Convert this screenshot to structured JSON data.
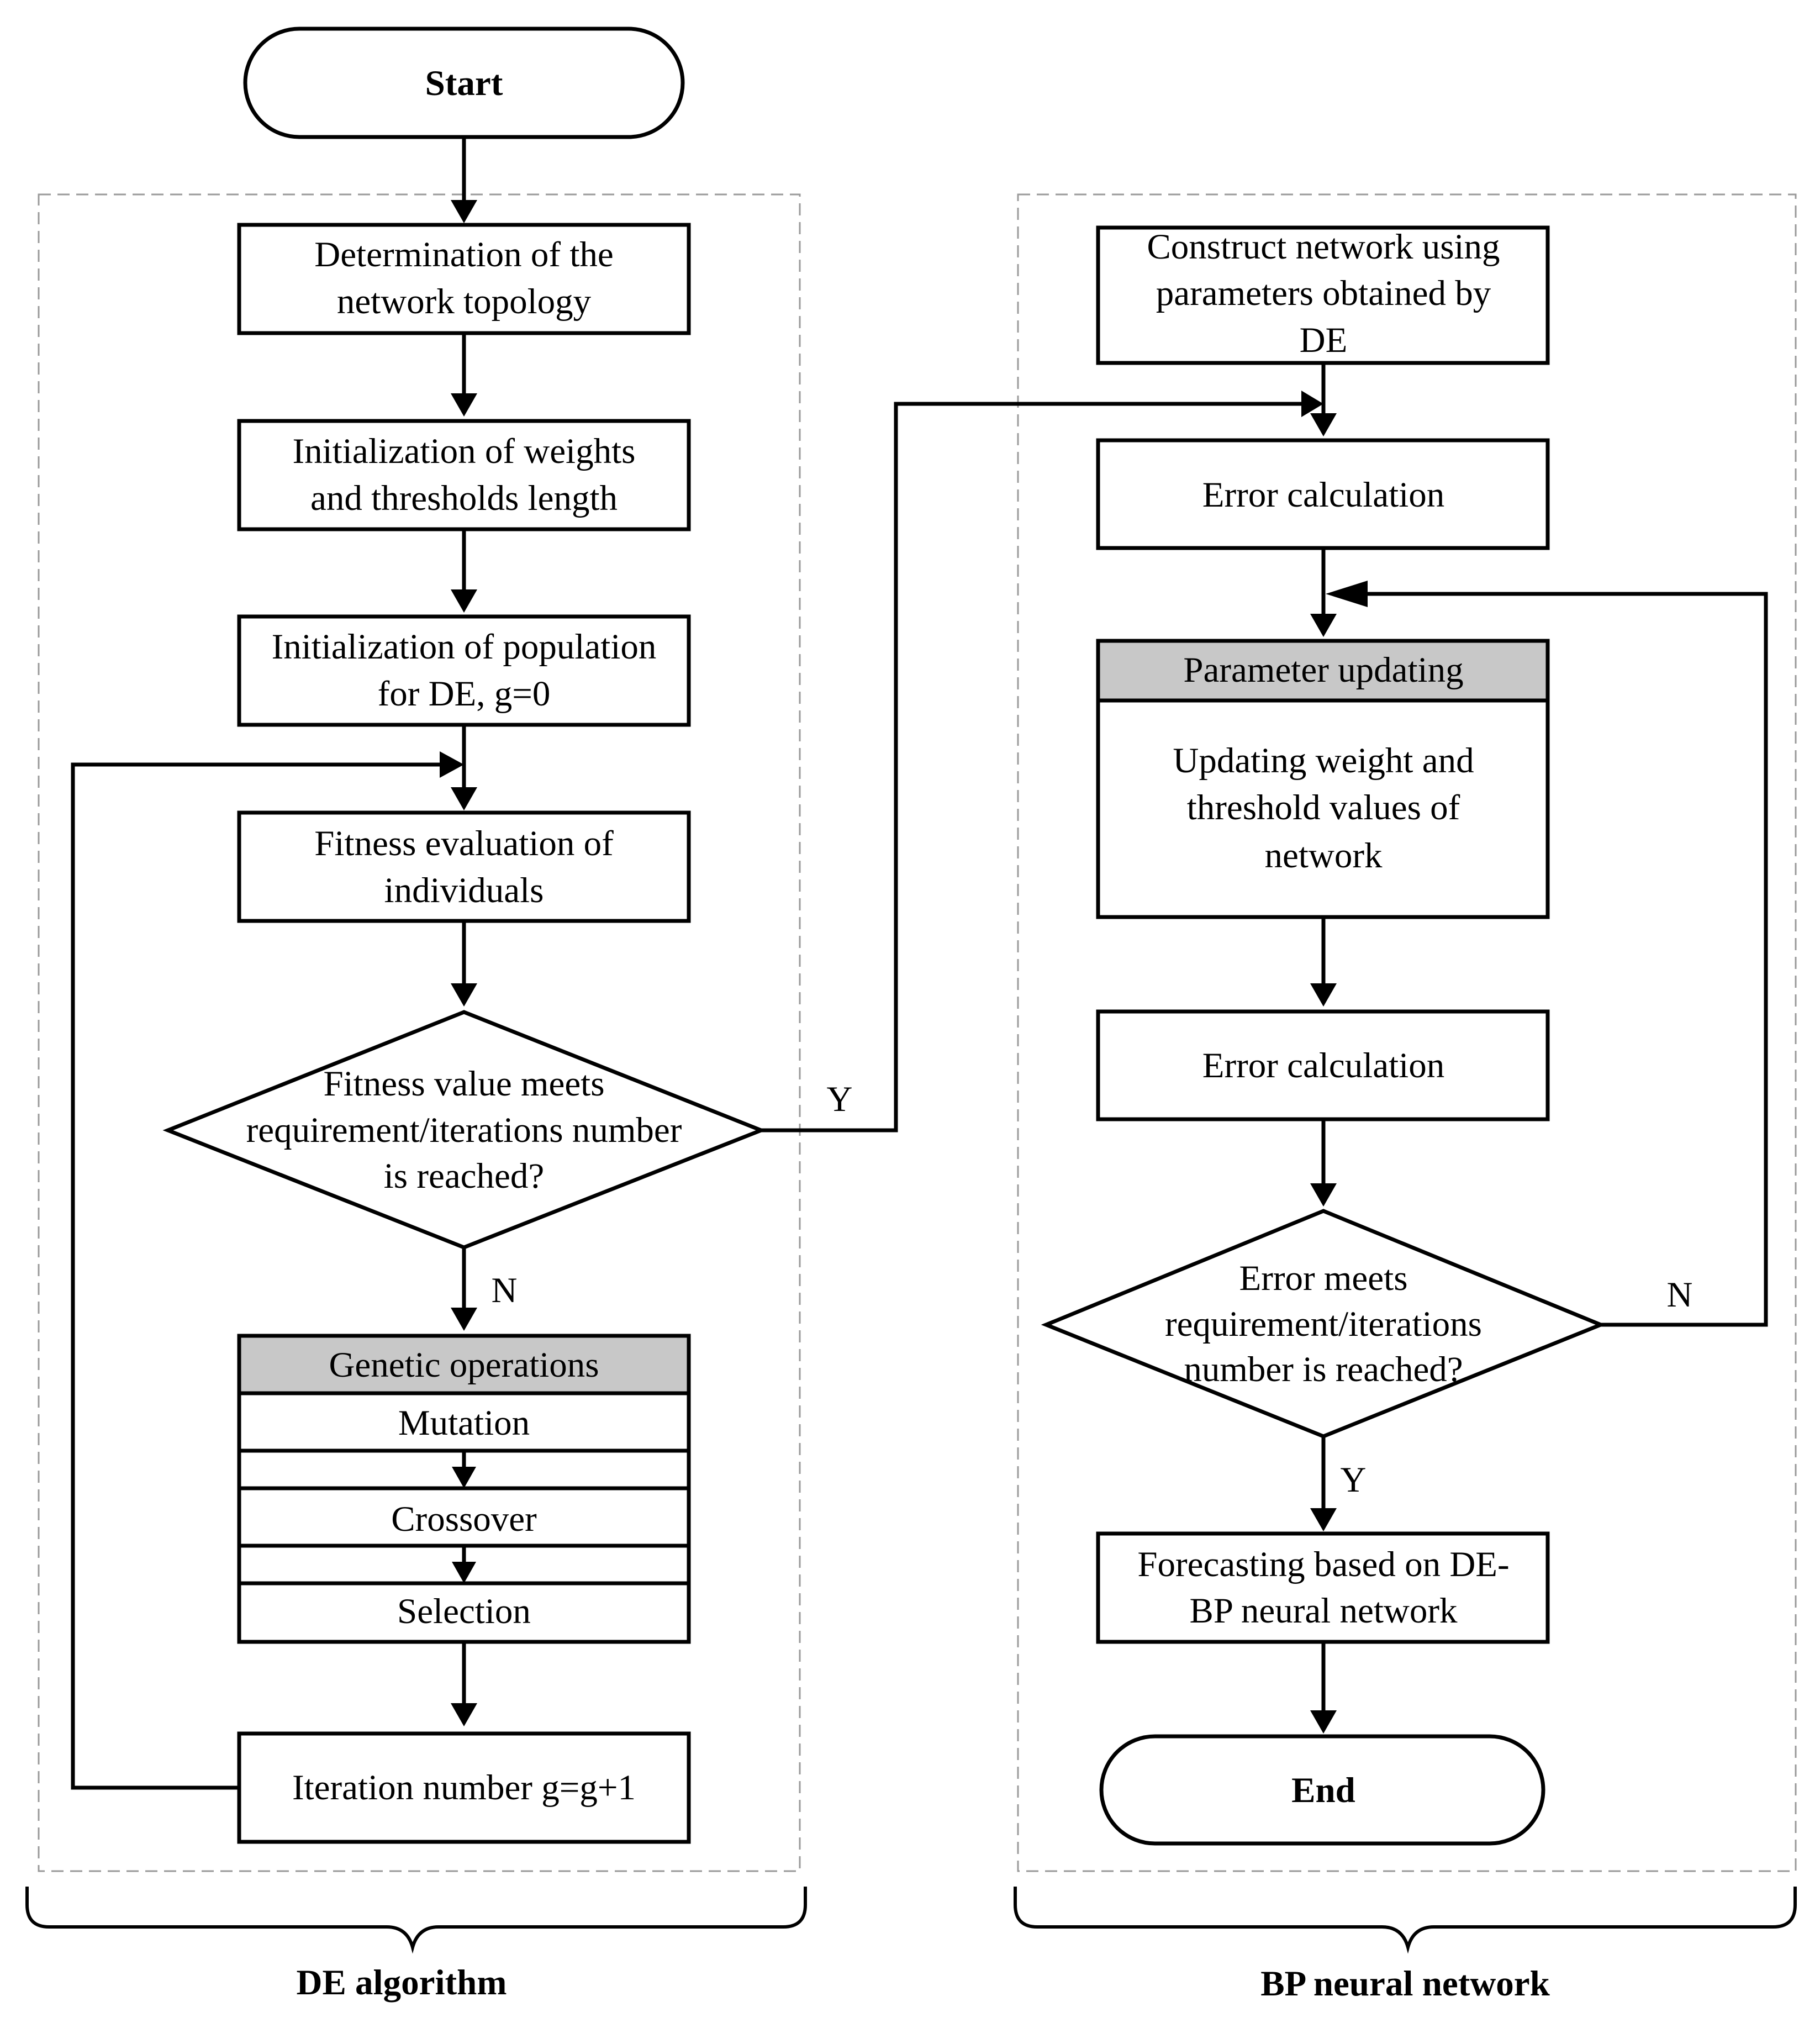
{
  "de_section": {
    "label": "DE algorithm",
    "start": "Start",
    "topology": [
      "Determination of the",
      "network topology"
    ],
    "init_weights": [
      "Initialization of weights",
      "and thresholds length"
    ],
    "init_population": [
      "Initialization of population",
      "for DE, g=0"
    ],
    "fitness_eval": [
      "Fitness evaluation of",
      "individuals"
    ],
    "decision": [
      "Fitness value meets",
      "requirement/iterations number",
      "is reached?"
    ],
    "yes_label": "Y",
    "no_label": "N",
    "genetic_header": "Genetic operations",
    "mutation": "Mutation",
    "crossover": "Crossover",
    "selection": "Selection",
    "iteration": "Iteration number g=g+1"
  },
  "bp_section": {
    "label": "BP neural network",
    "construct": [
      "Construct network using",
      "parameters obtained by",
      "DE"
    ],
    "error_calc_1": "Error calculation",
    "param_header": "Parameter updating",
    "param_body": [
      "Updating weight and",
      "threshold  values of",
      "network"
    ],
    "error_calc_2": "Error calculation",
    "decision": [
      "Error meets",
      "requirement/iterations",
      "number is reached?"
    ],
    "no_label": "N",
    "yes_label": "Y",
    "forecast": [
      "Forecasting based on DE-",
      "BP neural network"
    ],
    "end": "End"
  }
}
